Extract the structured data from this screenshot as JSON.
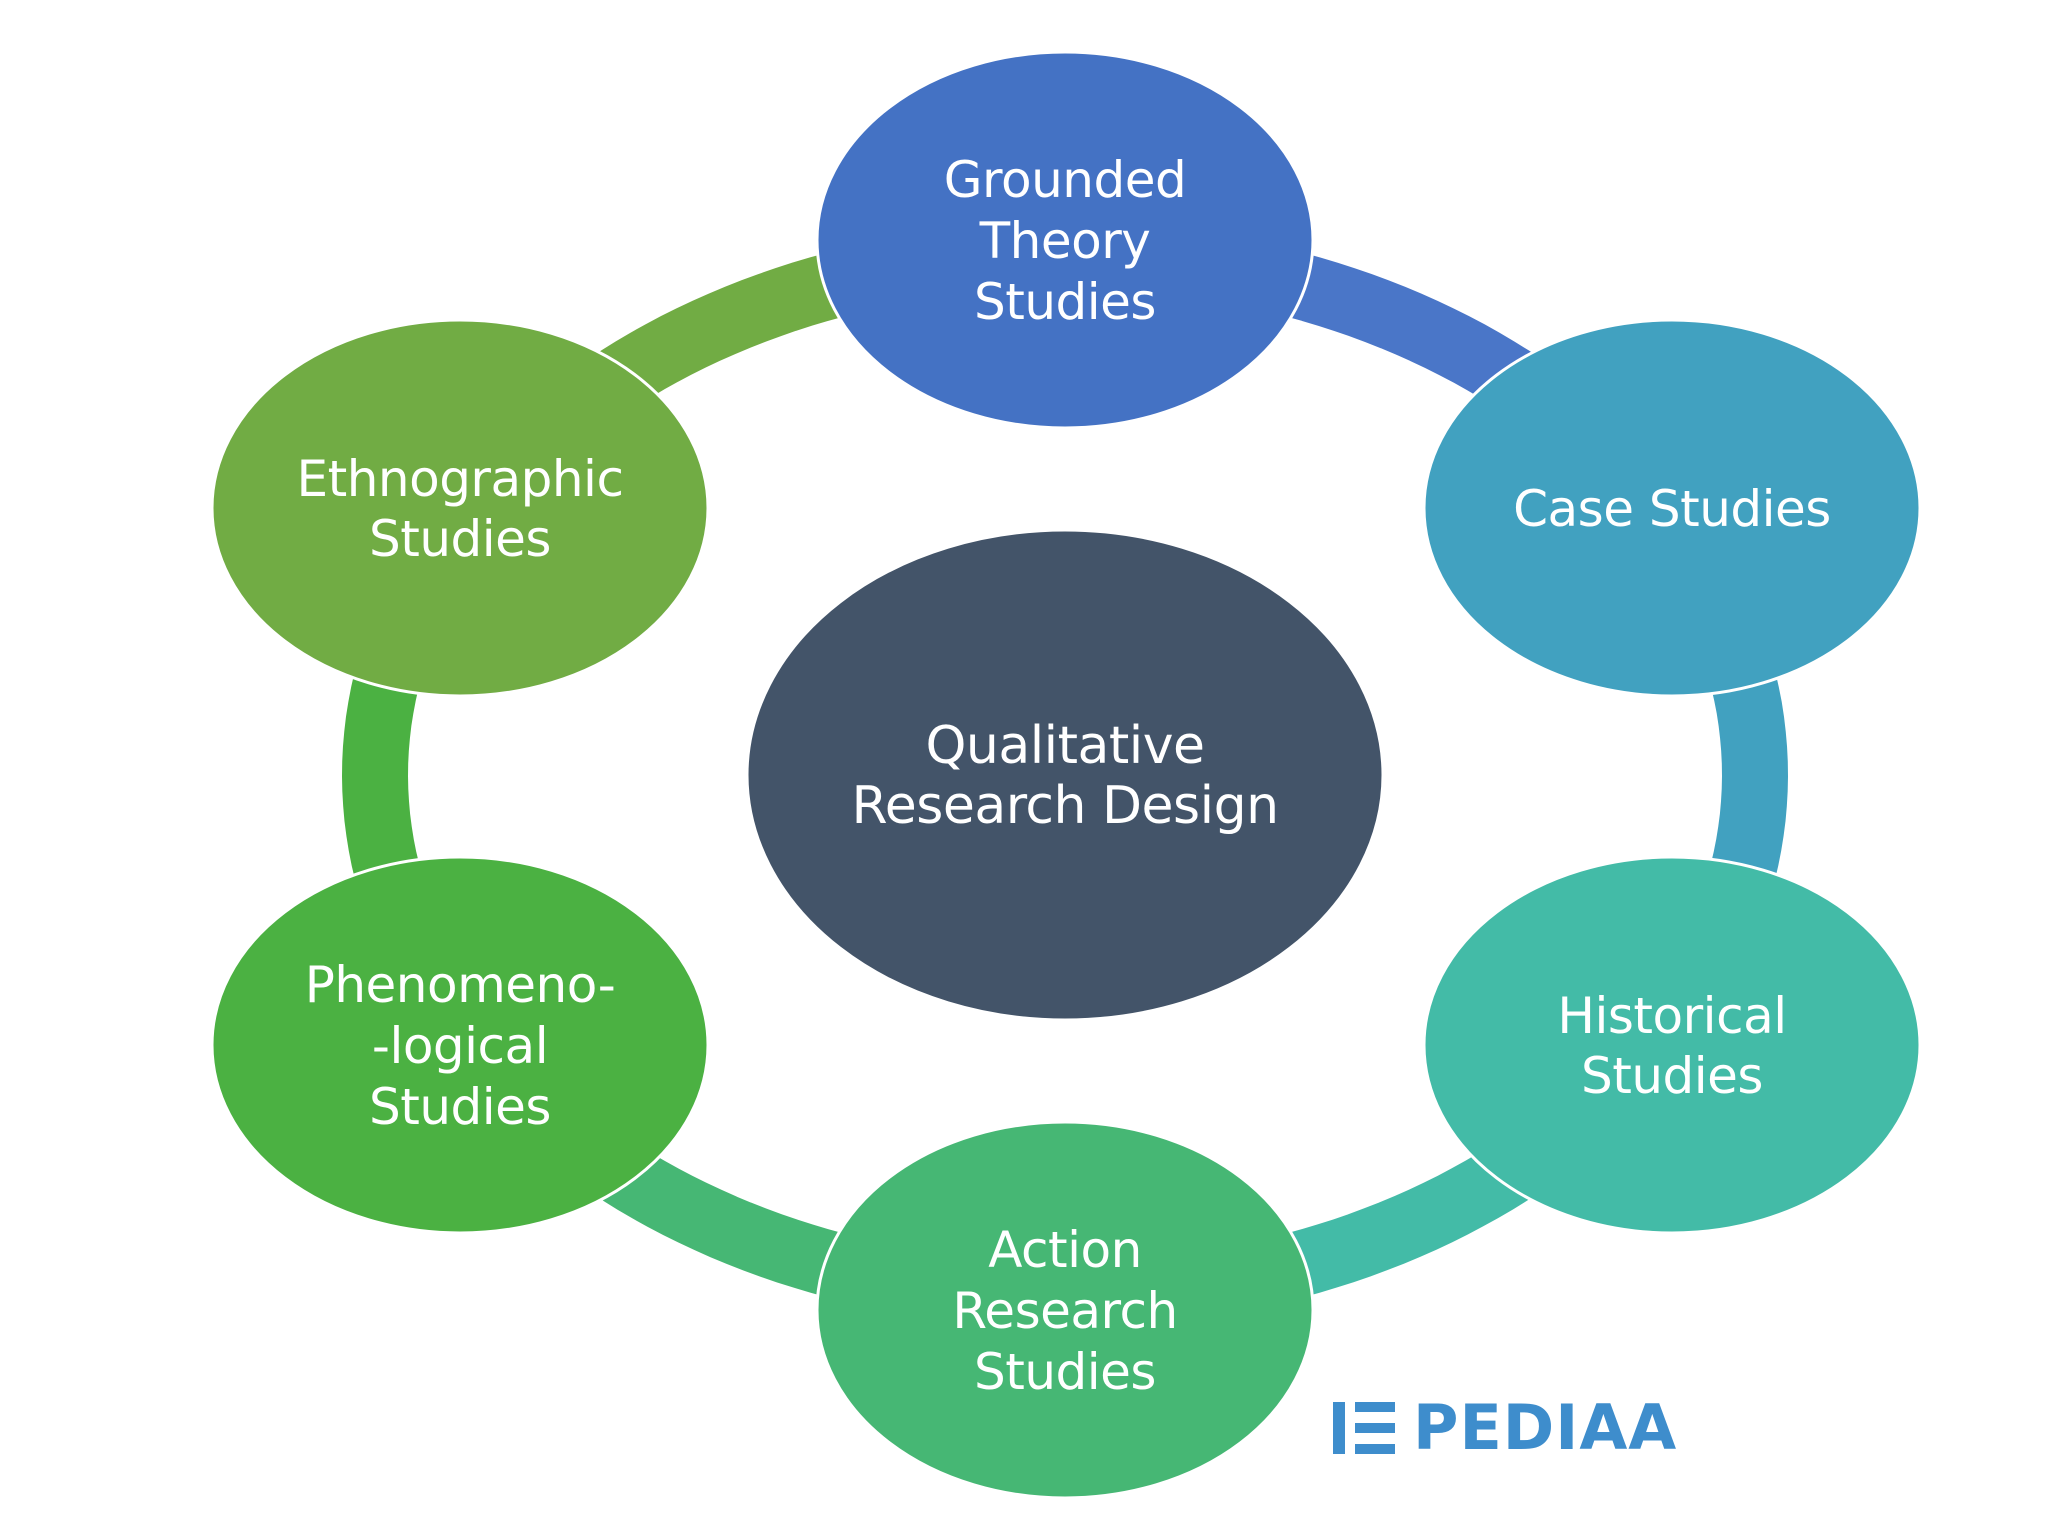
{
  "diagram": {
    "center": {
      "lines": [
        "Qualitative",
        "Research Design"
      ],
      "color": "#435469"
    },
    "nodes": [
      {
        "id": "grounded-theory",
        "lines": [
          "Grounded",
          "Theory",
          "Studies"
        ],
        "color": "#4472c4"
      },
      {
        "id": "case",
        "lines": [
          "Case Studies"
        ],
        "color": "#41a1c0"
      },
      {
        "id": "historical",
        "lines": [
          "Historical",
          "Studies"
        ],
        "color": "#43bba7"
      },
      {
        "id": "action-research",
        "lines": [
          "Action",
          "Research",
          "Studies"
        ],
        "color": "#46b774"
      },
      {
        "id": "phenomenological",
        "lines": [
          "Phenomeno-",
          "-logical",
          "Studies"
        ],
        "color": "#4bb142"
      },
      {
        "id": "ethnographic",
        "lines": [
          "Ethnographic",
          "Studies"
        ],
        "color": "#71ac44"
      }
    ],
    "ring_colors": [
      "#4a76c8",
      "#41a1c0",
      "#43bba7",
      "#46b774",
      "#4bb142",
      "#71ac44"
    ]
  },
  "brand": {
    "name": "PEDIAA",
    "color": "#3e8dcc"
  }
}
